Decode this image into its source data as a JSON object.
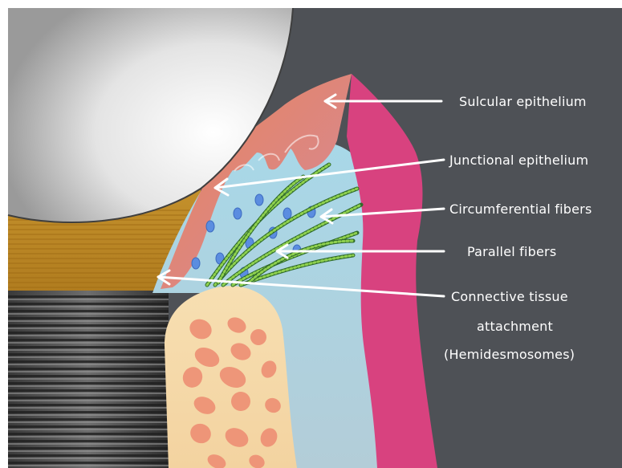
{
  "diagram": {
    "labels": {
      "sulcular": "Sulcular epithelium",
      "junctional": "Junctional epithelium",
      "circumferential": "Circumferential fibers",
      "parallel": "Parallel fibers",
      "connective_line1": "Connective tissue",
      "connective_line2": "attachment",
      "connective_line3": "(Hemidesmosomes)"
    }
  }
}
